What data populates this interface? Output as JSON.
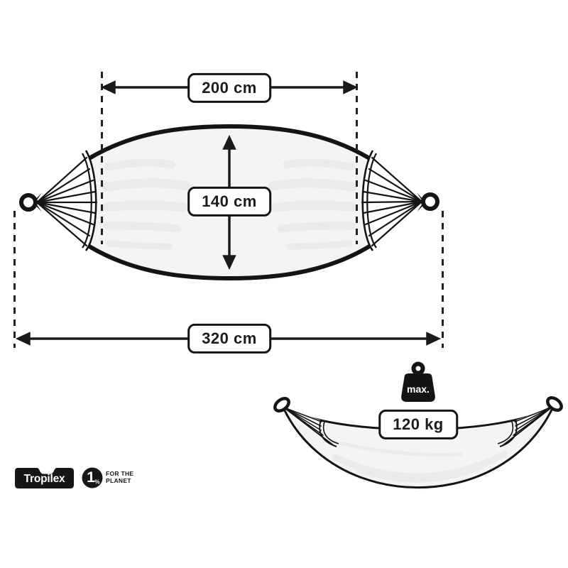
{
  "diagram": {
    "top_view": {
      "spread_width_label": "200 cm",
      "bed_height_label": "140 cm",
      "total_length_label": "320 cm"
    },
    "side_view": {
      "max_prefix": "max.",
      "max_weight_label": "120 kg"
    }
  },
  "footer": {
    "brand": "Tropilex",
    "one_percent_logo": {
      "number": "1",
      "percent": "%",
      "line1": "FOR THE",
      "line2": "PLANET"
    }
  },
  "icons": {
    "weight": "weight-icon",
    "hammock_top": "hammock-top-view-icon",
    "hammock_side": "hammock-side-view-icon"
  },
  "colors": {
    "outline": "#141414",
    "fabric": "#f4f4f4",
    "streak": "#e9e9e9",
    "guide": "#222222",
    "label_border": "#151515",
    "label_bg": "#ffffff",
    "text": "#1c1c1c"
  }
}
